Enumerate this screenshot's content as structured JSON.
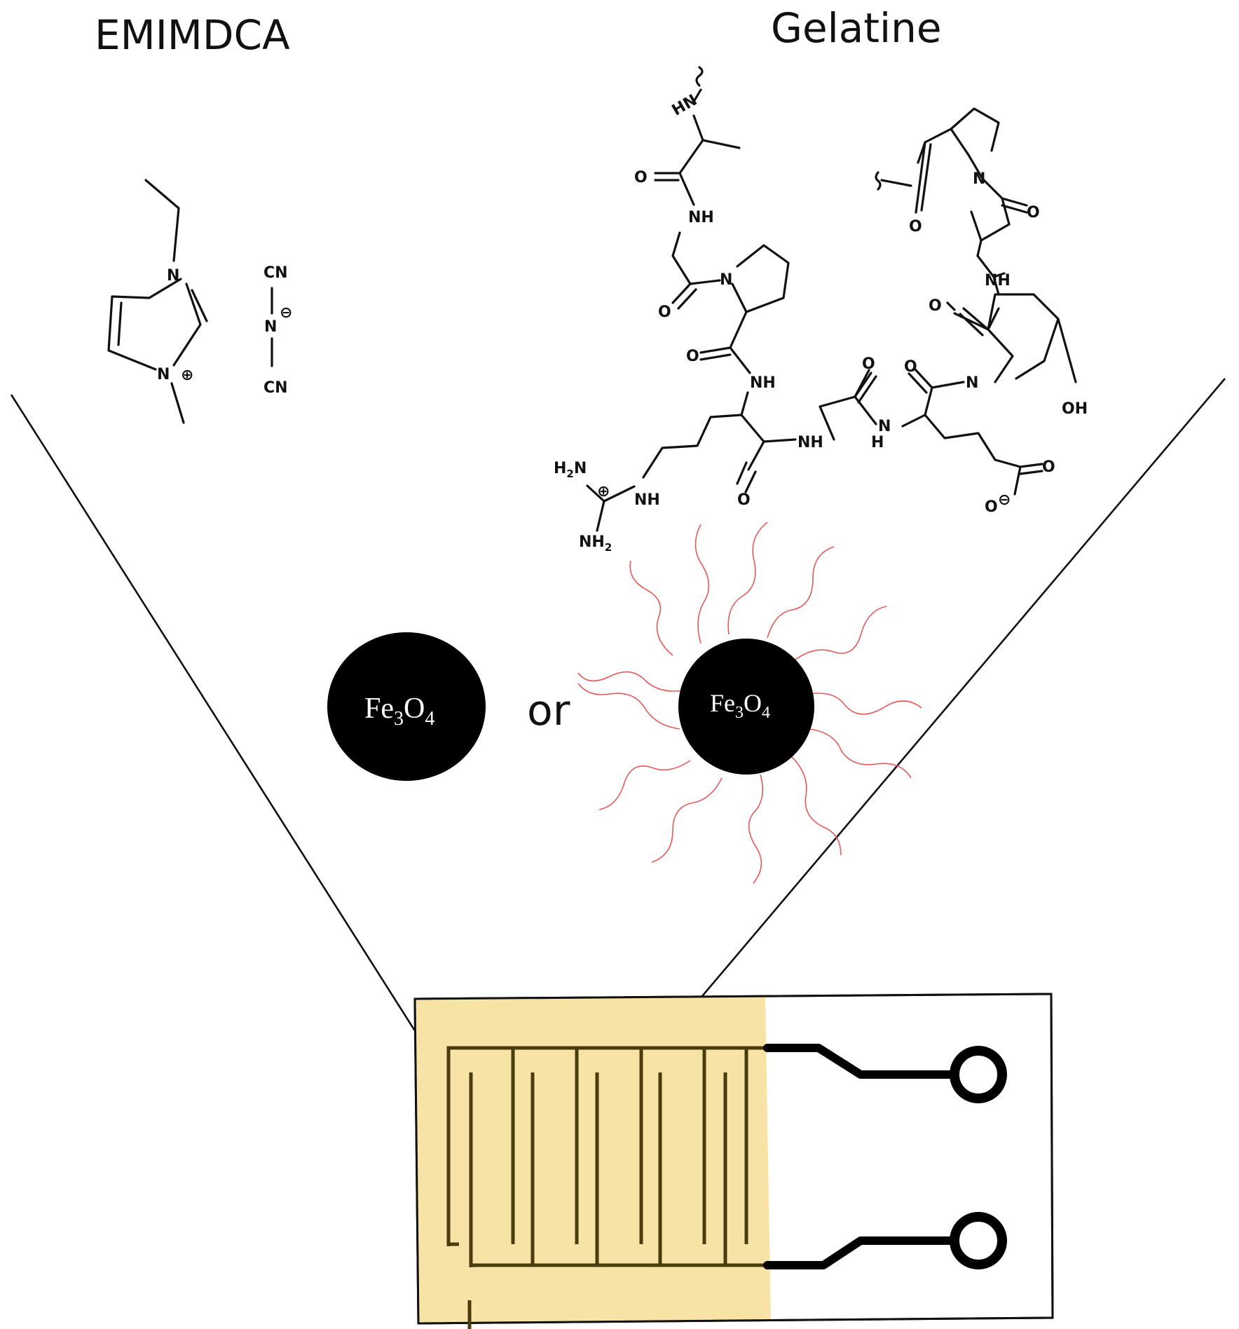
{
  "labels": {
    "ionic_liquid": "EMIMDCA",
    "polymer": "Gelatine",
    "particle_formula": "Fe3O4",
    "connector": "or"
  },
  "emimdca_atoms": {
    "n1": "N",
    "n3": "N",
    "cation_charge": "⊕",
    "anion_cn_top": "CN",
    "anion_n": "N",
    "anion_charge": "⊖",
    "anion_cn_bottom": "CN"
  },
  "gelatine_atoms": {
    "hn_top": "HN",
    "o1": "O",
    "nh1": "NH",
    "o2": "O",
    "n_pro1": "N",
    "o3": "O",
    "nh2": "NH",
    "o4": "O",
    "nh3": "NH",
    "h2n": "H2N",
    "nh_guan": "NH",
    "nh2_guan": "NH2",
    "guan_charge": "⊕",
    "o5": "O",
    "nh4": "N",
    "h4": "H",
    "o6": "O",
    "n_hyp": "N",
    "oh": "OH",
    "o7": "O",
    "o_minus": "O",
    "carboxylate_charge": "⊖",
    "o8": "O",
    "nh5": "NH",
    "o9": "O",
    "n_pro2": "N",
    "o10": "O"
  },
  "colors": {
    "substrate_coating": "#f8e3a6",
    "electrode": "#4a3c0c",
    "gelatine_chains": "#e35a5a",
    "particle": "#000000"
  }
}
